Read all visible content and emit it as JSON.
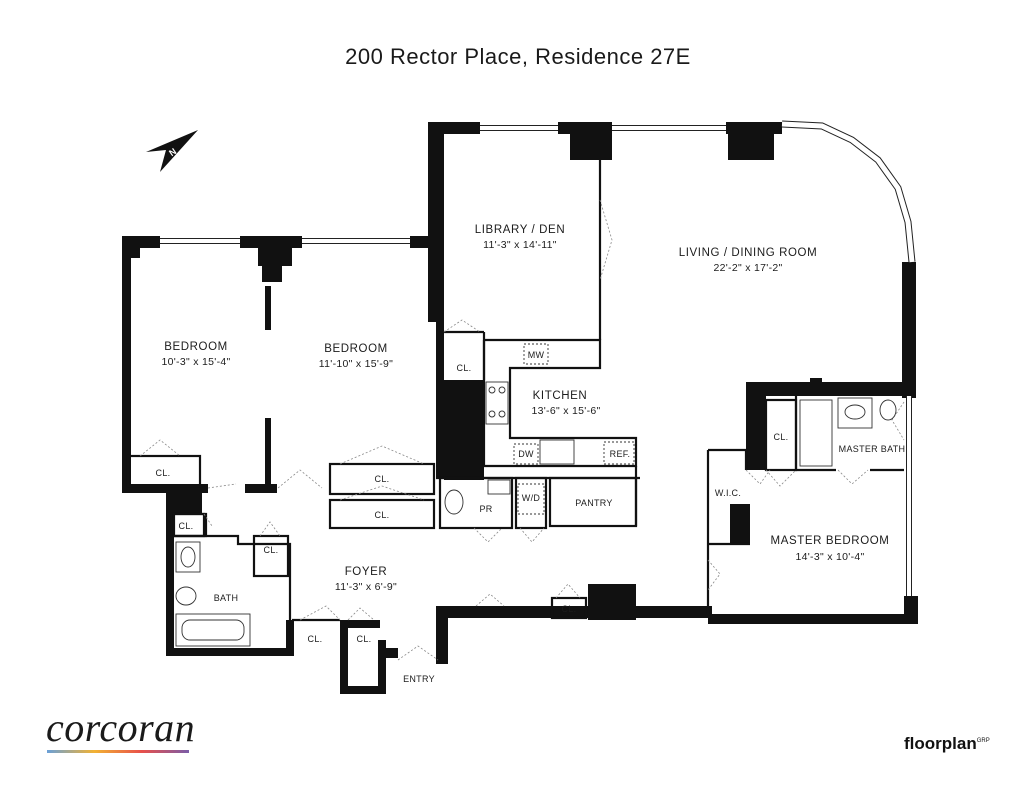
{
  "title": "200 Rector Place, Residence 27E",
  "compass_letter": "N",
  "rooms": {
    "library": {
      "name": "LIBRARY / DEN",
      "dims": "11'-3\" x 14'-11\""
    },
    "living": {
      "name": "LIVING / DINING ROOM",
      "dims": "22'-2\" x 17'-2\""
    },
    "bedroom1": {
      "name": "BEDROOM",
      "dims": "10'-3\" x 15'-4\""
    },
    "bedroom2": {
      "name": "BEDROOM",
      "dims": "11'-10\" x 15'-9\""
    },
    "kitchen": {
      "name": "KITCHEN",
      "dims": "13'-6\" x 15'-6\""
    },
    "foyer": {
      "name": "FOYER",
      "dims": "11'-3\" x 6'-9\""
    },
    "master_bedroom": {
      "name": "MASTER BEDROOM",
      "dims": "14'-3\" x 10'-4\""
    }
  },
  "small_labels": {
    "cl": "CL.",
    "mw": "MW",
    "dw": "DW",
    "ref": "REF.",
    "wd": "W/D",
    "pantry": "PANTRY",
    "pr": "PR",
    "bath": "BATH",
    "master_bath": "MASTER BATH",
    "wic": "W.I.C.",
    "entry": "ENTRY"
  },
  "branding": {
    "left_logo": "corcoran",
    "right_logo": "floorplan",
    "right_logo_suffix": "GRP"
  }
}
